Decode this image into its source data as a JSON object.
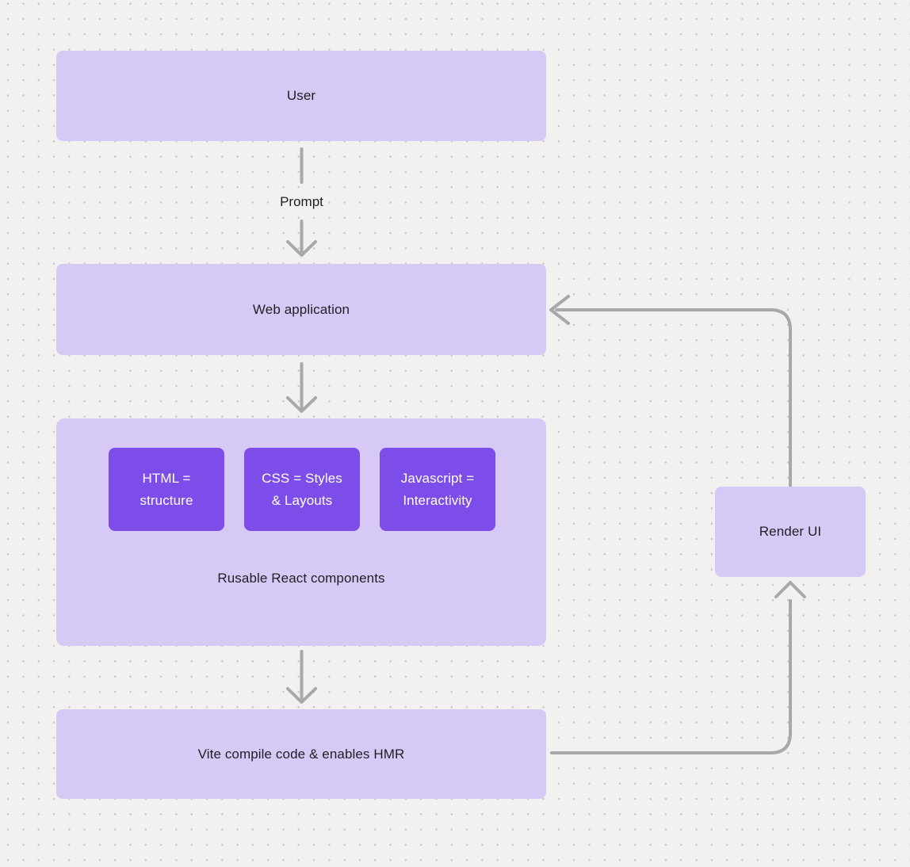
{
  "colors": {
    "background": "#f2f1f0",
    "dot": "#c8c7c6",
    "node_fill": "#d7c9f6",
    "accent_fill": "#7c4de8",
    "text": "#1f1f23",
    "text_on_accent": "#ffffff",
    "connector": "#a8a8a8"
  },
  "nodes": {
    "user": {
      "label": "User"
    },
    "web_application": {
      "label": "Web application"
    },
    "components": {
      "caption": "Rusable React components",
      "items": [
        {
          "line1": "HTML =",
          "line2": "structure"
        },
        {
          "line1": "CSS = Styles",
          "line2": "& Layouts"
        },
        {
          "line1": "Javascript =",
          "line2": "Interactivity"
        }
      ]
    },
    "vite": {
      "label": "Vite compile code & enables HMR"
    },
    "render_ui": {
      "label": "Render UI"
    }
  },
  "edges": {
    "prompt_label": "Prompt"
  }
}
